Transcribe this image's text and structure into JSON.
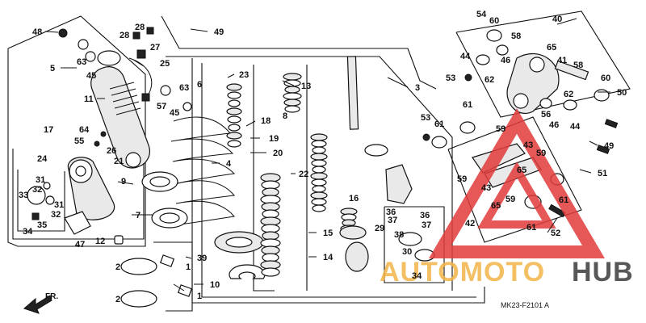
{
  "diagram_code": "MK23-F2101 A",
  "direction_label": "FR.",
  "watermark": {
    "word_left": "AUTOMOTO",
    "word_right": "HUB",
    "color_left": "#f2b447",
    "color_right": "#3a3a3a",
    "triangle_color": "#e23c3c"
  },
  "callouts": [
    {
      "id": "c48",
      "text": "48"
    },
    {
      "id": "c49",
      "text": "49"
    },
    {
      "id": "c28a",
      "text": "28"
    },
    {
      "id": "c28b",
      "text": "28"
    },
    {
      "id": "c27",
      "text": "27"
    },
    {
      "id": "c25",
      "text": "25"
    },
    {
      "id": "c5",
      "text": "5"
    },
    {
      "id": "c63a",
      "text": "63"
    },
    {
      "id": "c45a",
      "text": "45"
    },
    {
      "id": "c11",
      "text": "11"
    },
    {
      "id": "c57",
      "text": "57"
    },
    {
      "id": "c63b",
      "text": "63"
    },
    {
      "id": "c45b",
      "text": "45"
    },
    {
      "id": "c6",
      "text": "6"
    },
    {
      "id": "c23",
      "text": "23"
    },
    {
      "id": "c13",
      "text": "13"
    },
    {
      "id": "c3",
      "text": "3"
    },
    {
      "id": "c18",
      "text": "18"
    },
    {
      "id": "c8",
      "text": "8"
    },
    {
      "id": "c19",
      "text": "19"
    },
    {
      "id": "c20",
      "text": "20"
    },
    {
      "id": "c17",
      "text": "17"
    },
    {
      "id": "c64",
      "text": "64"
    },
    {
      "id": "c55",
      "text": "55"
    },
    {
      "id": "c26",
      "text": "26"
    },
    {
      "id": "c24",
      "text": "24"
    },
    {
      "id": "c21",
      "text": "21"
    },
    {
      "id": "c4",
      "text": "4"
    },
    {
      "id": "c9",
      "text": "9"
    },
    {
      "id": "c22",
      "text": "22"
    },
    {
      "id": "c16",
      "text": "16"
    },
    {
      "id": "c31a",
      "text": "31"
    },
    {
      "id": "c32a",
      "text": "32"
    },
    {
      "id": "c33",
      "text": "33"
    },
    {
      "id": "c31b",
      "text": "31"
    },
    {
      "id": "c32b",
      "text": "32"
    },
    {
      "id": "c34",
      "text": "34"
    },
    {
      "id": "c35",
      "text": "35"
    },
    {
      "id": "c7",
      "text": "7"
    },
    {
      "id": "c47",
      "text": "47"
    },
    {
      "id": "c12",
      "text": "12"
    },
    {
      "id": "c2a",
      "text": "2"
    },
    {
      "id": "c1a",
      "text": "1"
    },
    {
      "id": "c39",
      "text": "39"
    },
    {
      "id": "c10",
      "text": "10"
    },
    {
      "id": "c2b",
      "text": "2"
    },
    {
      "id": "c1b",
      "text": "1"
    },
    {
      "id": "c15",
      "text": "15"
    },
    {
      "id": "c14",
      "text": "14"
    },
    {
      "id": "c29",
      "text": "29"
    },
    {
      "id": "c36a",
      "text": "36"
    },
    {
      "id": "c37a",
      "text": "37"
    },
    {
      "id": "c36b",
      "text": "36"
    },
    {
      "id": "c37b",
      "text": "37"
    },
    {
      "id": "c38",
      "text": "38"
    },
    {
      "id": "c30",
      "text": "30"
    },
    {
      "id": "c34b",
      "text": "34"
    },
    {
      "id": "c54",
      "text": "54"
    },
    {
      "id": "c60a",
      "text": "60"
    },
    {
      "id": "c40",
      "text": "40"
    },
    {
      "id": "c58a",
      "text": "58"
    },
    {
      "id": "c65a",
      "text": "65"
    },
    {
      "id": "c44a",
      "text": "44"
    },
    {
      "id": "c46a",
      "text": "46"
    },
    {
      "id": "c41",
      "text": "41"
    },
    {
      "id": "c58b",
      "text": "58"
    },
    {
      "id": "c53",
      "text": "53"
    },
    {
      "id": "c62a",
      "text": "62"
    },
    {
      "id": "c60b",
      "text": "60"
    },
    {
      "id": "c50",
      "text": "50"
    },
    {
      "id": "c62b",
      "text": "62"
    },
    {
      "id": "c56",
      "text": "56"
    },
    {
      "id": "c46b",
      "text": "46"
    },
    {
      "id": "c44b",
      "text": "44"
    },
    {
      "id": "c61a",
      "text": "61"
    },
    {
      "id": "c53b",
      "text": "53"
    },
    {
      "id": "c61b",
      "text": "61"
    },
    {
      "id": "c59a",
      "text": "59"
    },
    {
      "id": "c43",
      "text": "43"
    },
    {
      "id": "c59b",
      "text": "59"
    },
    {
      "id": "c49b",
      "text": "49"
    },
    {
      "id": "c65b",
      "text": "65"
    },
    {
      "id": "c59c",
      "text": "59"
    },
    {
      "id": "c51",
      "text": "51"
    },
    {
      "id": "c43b",
      "text": "43"
    },
    {
      "id": "c59d",
      "text": "59"
    },
    {
      "id": "c65c",
      "text": "65"
    },
    {
      "id": "c61c",
      "text": "61"
    },
    {
      "id": "c42",
      "text": "42"
    },
    {
      "id": "c61d",
      "text": "61"
    },
    {
      "id": "c52",
      "text": "52"
    }
  ]
}
